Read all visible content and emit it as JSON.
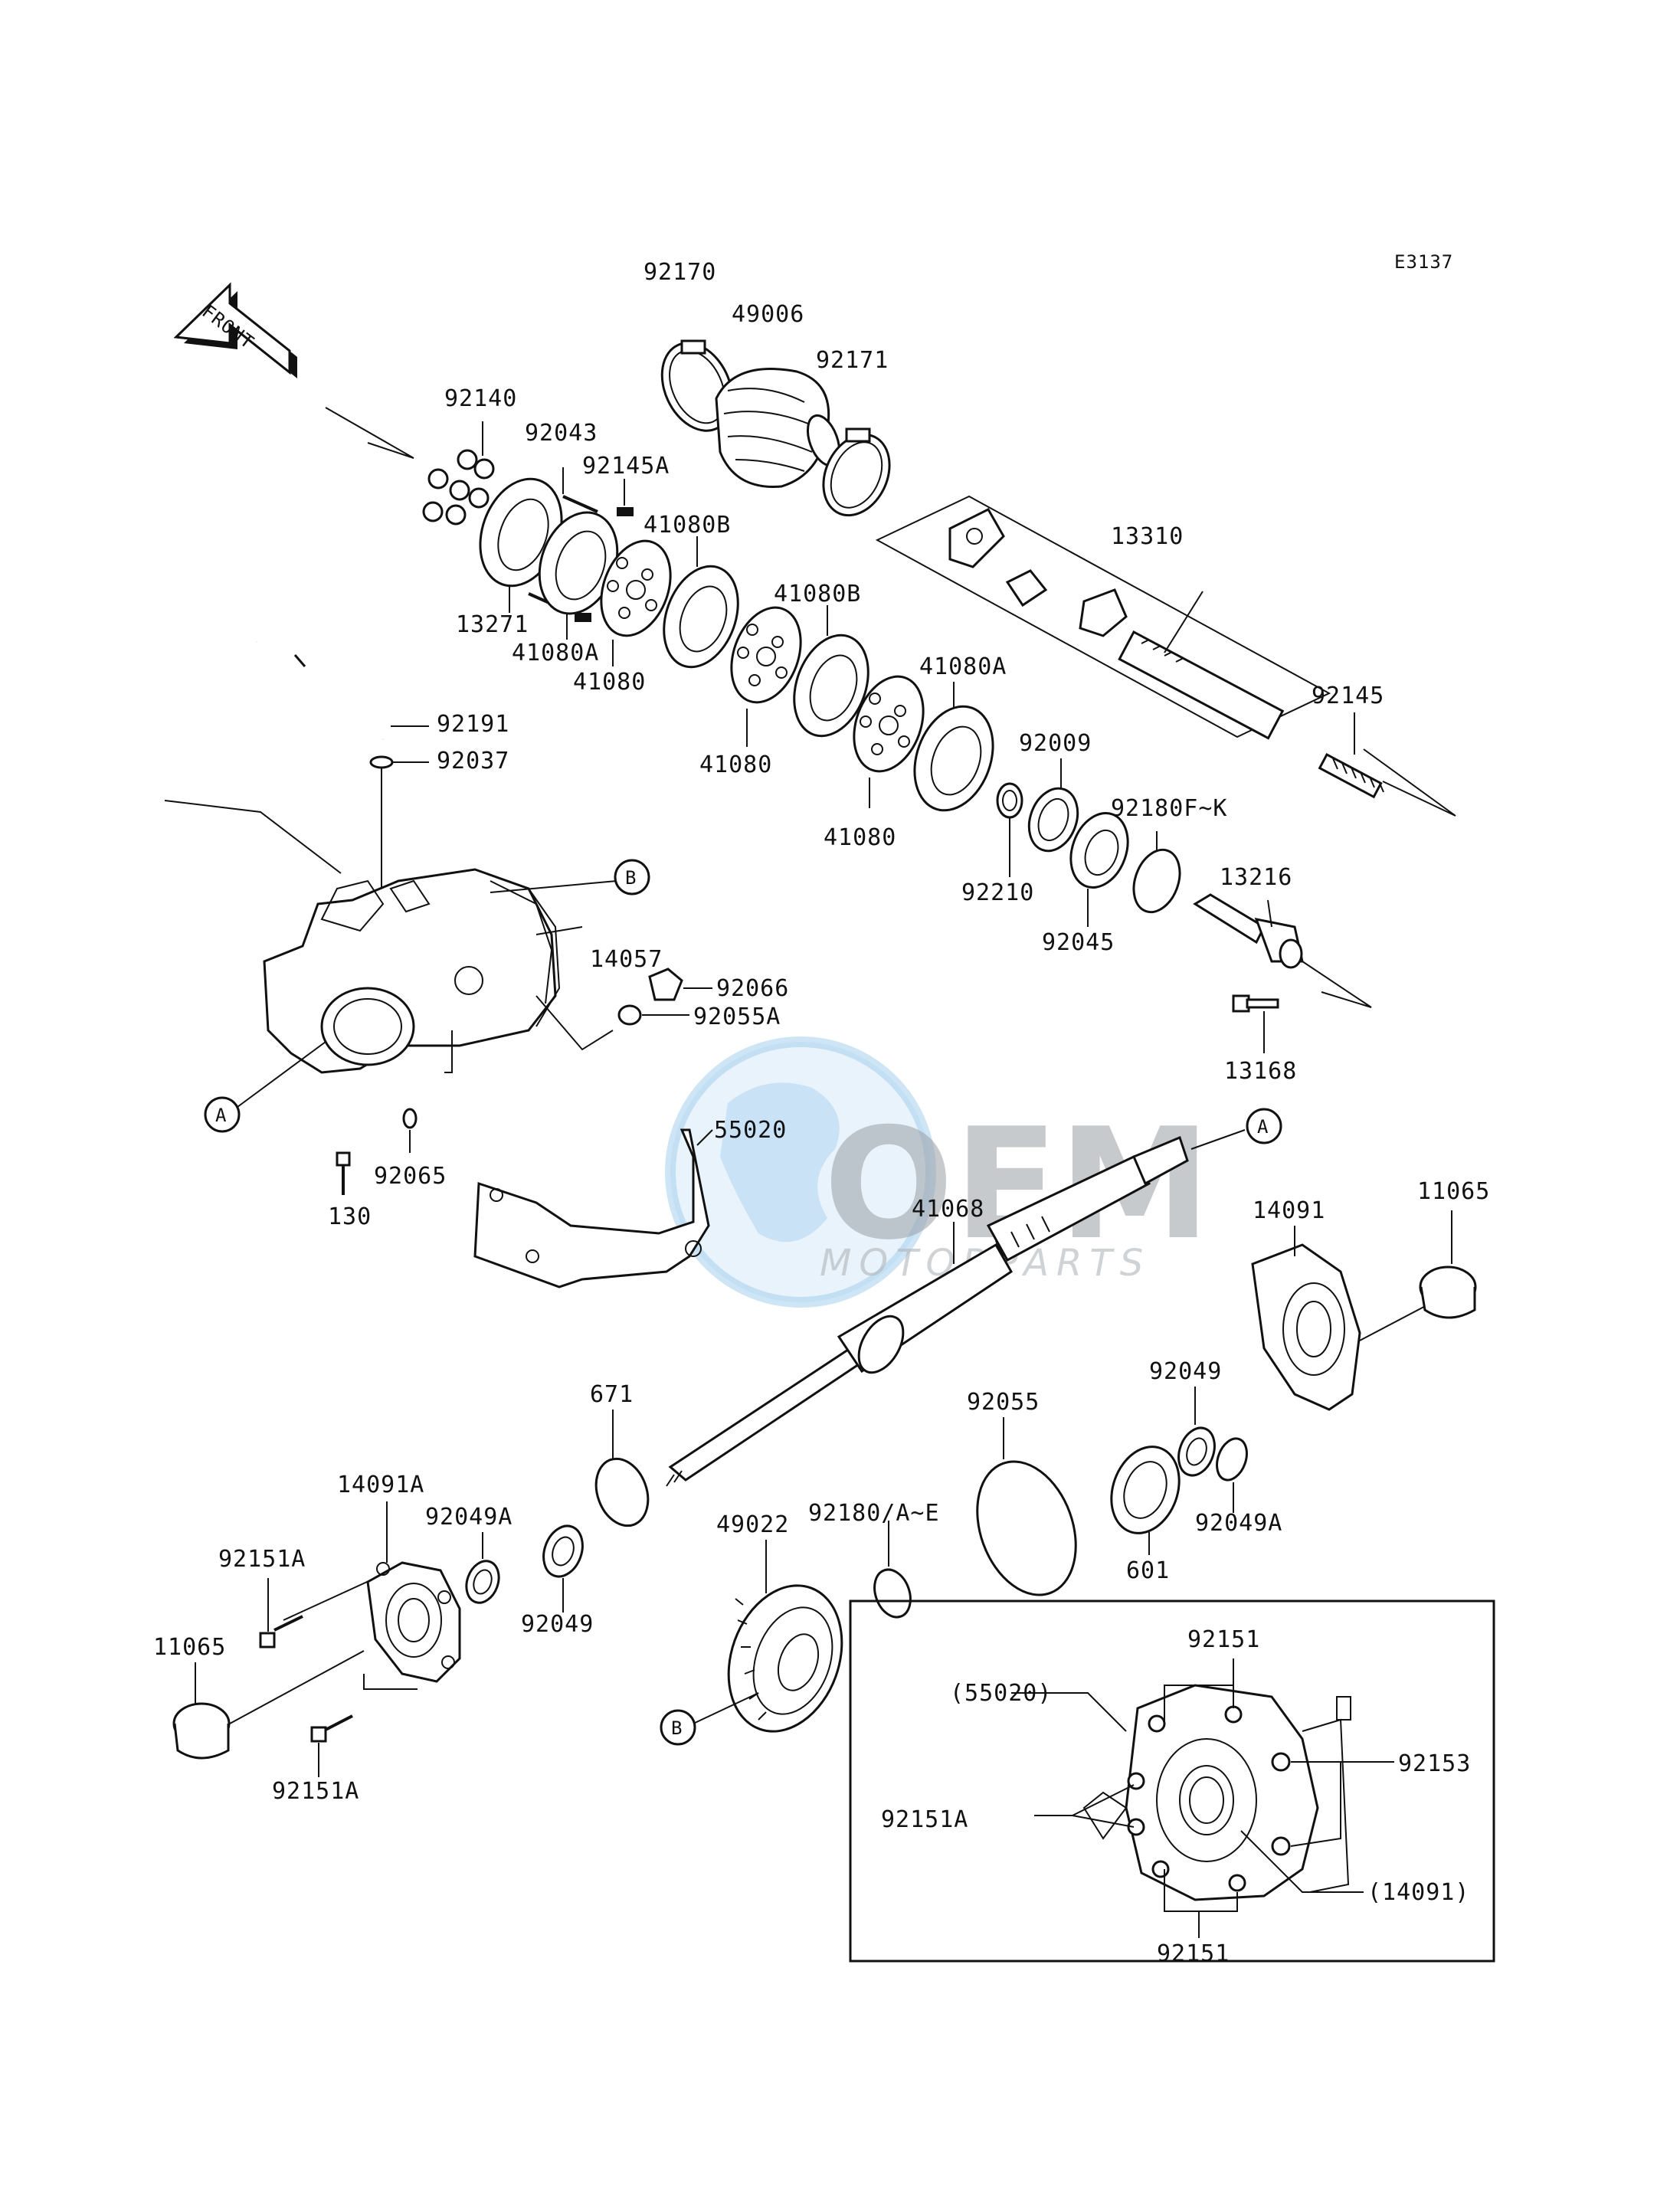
{
  "diagram_code": "E3137",
  "front_arrow_label": "FRONT",
  "watermark": {
    "brand": "OEM",
    "sub": "MOTORPARTS"
  },
  "callouts": {
    "c92170": "92170",
    "c49006": "49006",
    "c92171": "92171",
    "c92140": "92140",
    "c92043": "92043",
    "c92145A": "92145A",
    "c41080B_1": "41080B",
    "c41080B_2": "41080B",
    "c41080A_1": "41080A",
    "c41080A_2": "41080A",
    "c41080_1": "41080",
    "c41080_2": "41080",
    "c41080_3": "41080",
    "c13271": "13271",
    "c13310": "13310",
    "c92145": "92145",
    "c92191": "92191",
    "c92037": "92037",
    "c92009": "92009",
    "c92180FK": "92180F~K",
    "c92210": "92210",
    "c92045": "92045",
    "c13216": "13216",
    "c13168": "13168",
    "c14057": "14057",
    "c92066": "92066",
    "c92055A": "92055A",
    "c55020": "55020",
    "c92065": "92065",
    "c130": "130",
    "c41068": "41068",
    "c14091": "14091",
    "c11065_1": "11065",
    "c11065_2": "11065",
    "c92049_1": "92049",
    "c92049_2": "92049",
    "c92049A_1": "92049A",
    "c92049A_2": "92049A",
    "c671": "671",
    "c92055": "92055",
    "c601": "601",
    "c14091A": "14091A",
    "c92151A_1": "92151A",
    "c92151A_2": "92151A",
    "c92180AE": "92180/A~E",
    "c49022": "49022",
    "c92151_1": "92151",
    "c92151_2": "92151",
    "c55020p": "(55020)",
    "c92153": "92153",
    "c92151A_3": "92151A",
    "c14091p": "(14091)"
  },
  "ref_markers": {
    "a1": "A",
    "a2": "A",
    "b1": "B",
    "b2": "B"
  }
}
